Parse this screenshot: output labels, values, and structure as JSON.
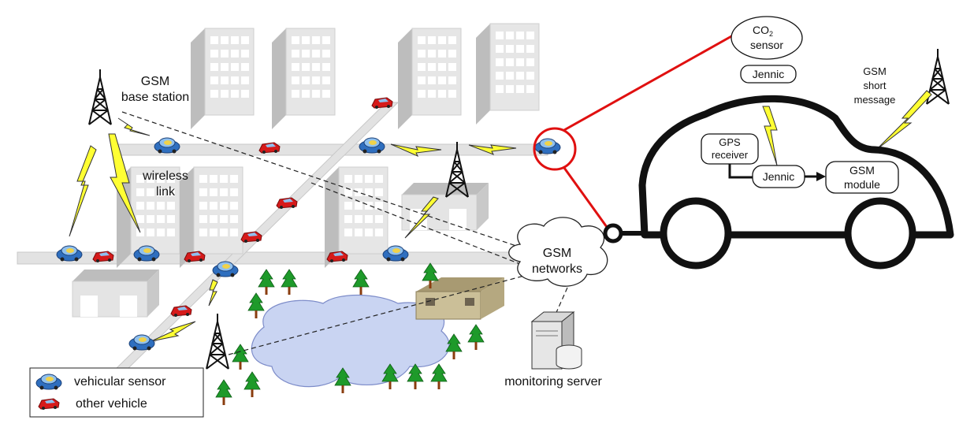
{
  "labels": {
    "gsm_base_station_line1": "GSM",
    "gsm_base_station_line2": "base station",
    "wireless_link_line1": "wireless",
    "wireless_link_line2": "link",
    "gsm_networks_line1": "GSM",
    "gsm_networks_line2": "networks",
    "monitoring_server": "monitoring server",
    "co2_main": "CO",
    "co2_sub": "2",
    "co2_sensor": "sensor",
    "jennic_top": "Jennic",
    "jennic_inner": "Jennic",
    "gps_line1": "GPS",
    "gps_line2": "receiver",
    "gsm_module_line1": "GSM",
    "gsm_module_line2": "module",
    "gsm_sms_line1": "GSM",
    "gsm_sms_line2": "short",
    "gsm_sms_line3": "message"
  },
  "legend": {
    "vehicular_sensor": "vehicular sensor",
    "other_vehicle": "other vehicle"
  },
  "colors": {
    "sensor_car": "#3a7fd0",
    "other_car": "#d01818",
    "building": "#d6d6d6",
    "road": "#e2e2e2",
    "lake": "#c9d4f2",
    "tree": "#1e9a2a",
    "lightning": "#ffff33",
    "zoom_line": "#e01010"
  }
}
